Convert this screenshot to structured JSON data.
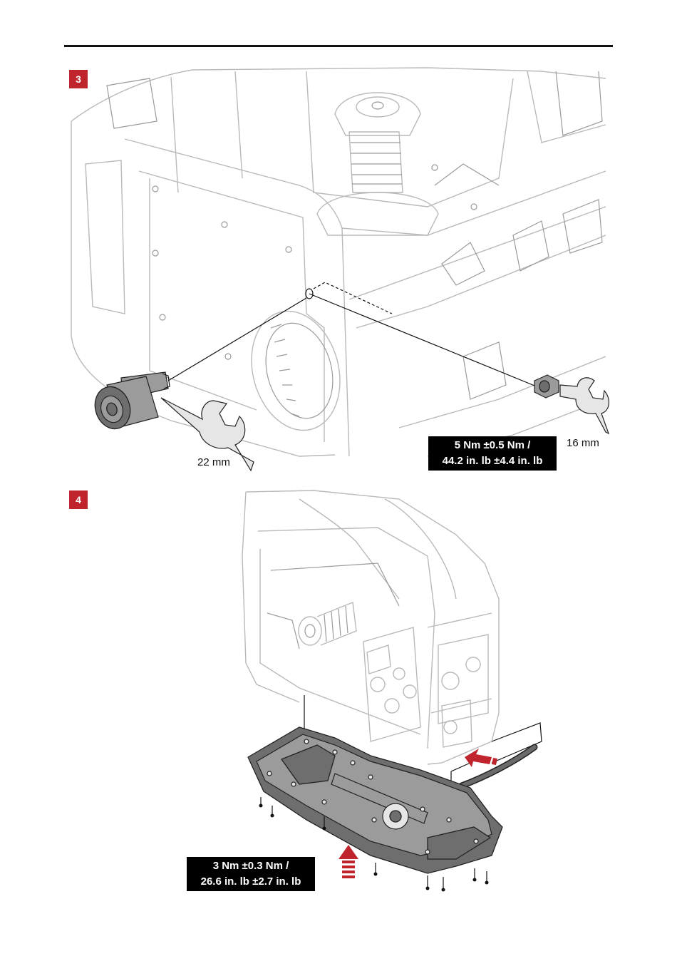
{
  "steps": [
    {
      "number": "3",
      "torque": {
        "line1": "5 Nm ±0.5 Nm /",
        "line2": "44.2 in. lb ±4.4 in. lb"
      },
      "wrench_left": "22 mm",
      "wrench_right": "16 mm"
    },
    {
      "number": "4",
      "torque": {
        "line1": "3 Nm ±0.3 Nm /",
        "line2": "26.6 in. lb ±2.7 in. lb"
      }
    }
  ],
  "colors": {
    "badge": "#c0252d",
    "arrow": "#c0252d",
    "rule": "#111111",
    "torque_box": "#000000"
  },
  "icons": [
    "open-end-wrench-icon",
    "push-arrow-icon"
  ]
}
